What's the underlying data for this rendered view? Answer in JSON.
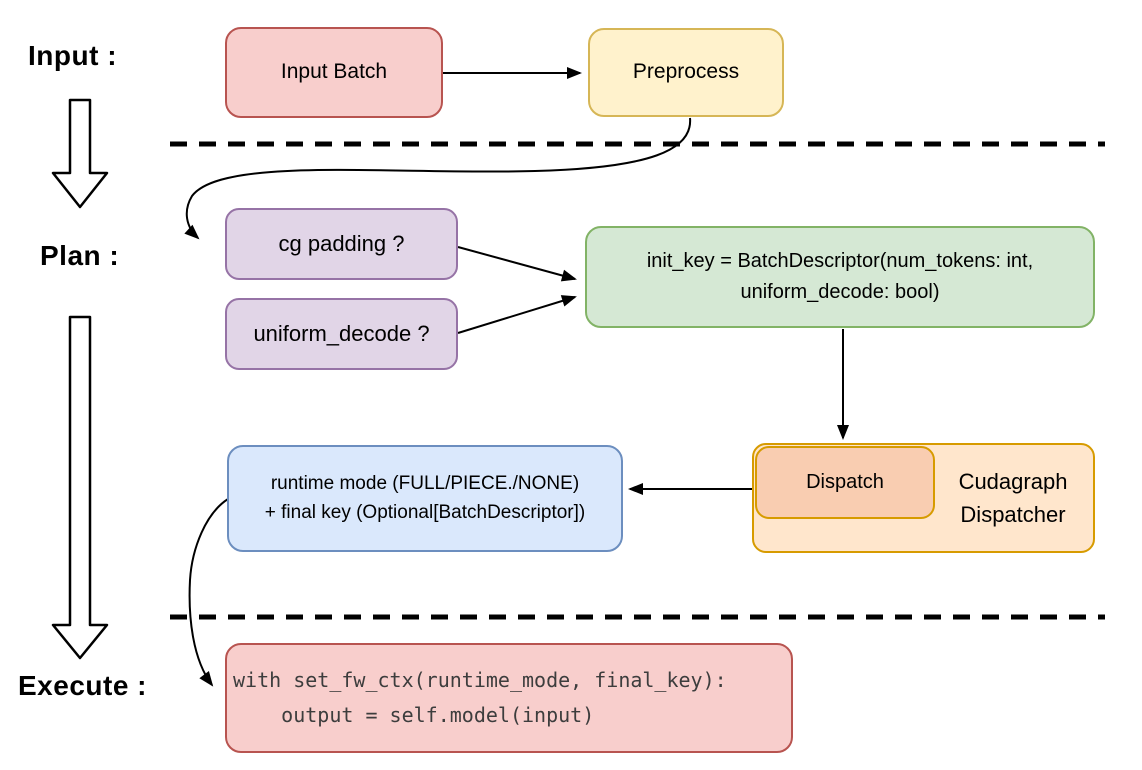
{
  "stages": {
    "input": "Input :",
    "plan": "Plan :",
    "execute": "Execute :"
  },
  "nodes": {
    "input_batch": {
      "label": "Input Batch"
    },
    "preprocess": {
      "label": "Preprocess"
    },
    "cg_padding": {
      "label": "cg padding ?"
    },
    "uniform_decode": {
      "label": "uniform_decode ?"
    },
    "init_key": {
      "lines": [
        "init_key = BatchDescriptor(num_tokens: int,",
        "uniform_decode: bool)"
      ]
    },
    "dispatch": {
      "label": "Dispatch"
    },
    "cudagraph_dispatcher": {
      "lines": [
        "Cudagraph",
        "Dispatcher"
      ]
    },
    "runtime_mode_final_key": {
      "lines": [
        "runtime mode (FULL/PIECE./NONE)",
        "+ final key (Optional[BatchDescriptor])"
      ]
    },
    "execute_code": {
      "lines": [
        "with set_fw_ctx(runtime_mode, final_key):",
        "    output = self.model(input)"
      ]
    }
  },
  "palette": {
    "red-fill": "#F8CECC",
    "red-stroke": "#B85450",
    "yellow-fill": "#FFF2CC",
    "yellow-stroke": "#D6B656",
    "purple-fill": "#E1D5E7",
    "purple-stroke": "#9673A6",
    "green-fill": "#D5E8D4",
    "green-stroke": "#82B366",
    "orange-fill": "#FFE6CC",
    "orange-stroke": "#D79B00",
    "orange-inner-fill": "#F9CDB1",
    "blue-fill": "#DAE8FC",
    "blue-stroke": "#6C8EBF",
    "wire": "#000000",
    "code-text": "#3D3D3D",
    "label-text": "#000000"
  }
}
